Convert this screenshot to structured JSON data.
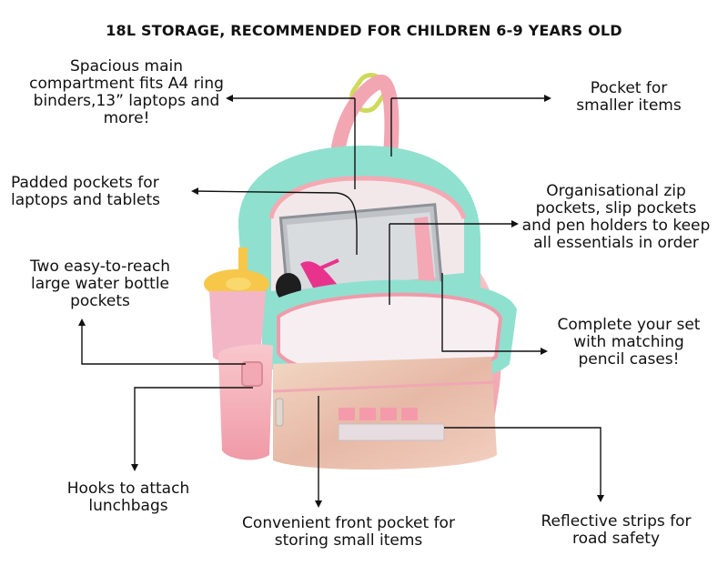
{
  "header": {
    "title": "18L STORAGE, RECOMMENDED FOR CHILDREN 6-9 YEARS OLD"
  },
  "callouts": {
    "main_compartment": "Spacious main compartment fits A4 ring binders,13” laptops and more!",
    "padded_pockets": "Padded pockets for laptops and tablets",
    "bottle_pockets": "Two easy-to-reach large water bottle pockets",
    "hooks": "Hooks to attach lunchbags",
    "front_pocket": "Convenient front pocket for storing small items",
    "small_pocket": "Pocket for smaller items",
    "zip_pockets": "Organisational zip pockets, slip pockets and pen holders to keep all essentials in order",
    "pencil_cases": "Complete your set with matching pencil cases!",
    "reflective": "Reflective strips for road safety"
  },
  "colors": {
    "teal": "#8fe0cf",
    "pink": "#f5a9b2",
    "light_pink": "#f9d4d6",
    "rose_gold": "#e9c2a8",
    "cup_yellow": "#f7c74a",
    "cup_pink": "#f3b6c6",
    "carabiner": "#cfd95a",
    "magenta": "#e8338d",
    "arrow": "#111111"
  }
}
